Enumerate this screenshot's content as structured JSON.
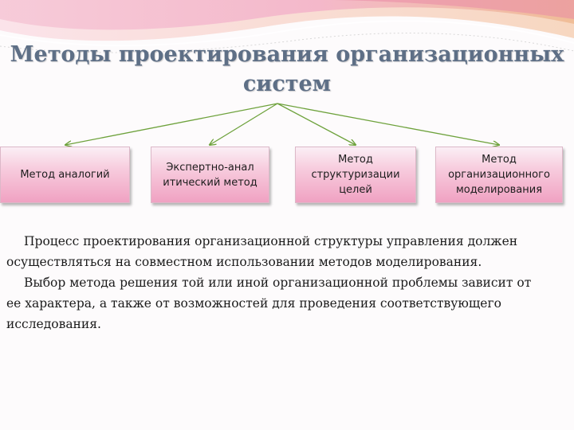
{
  "title": {
    "line1": "Методы проектирования  организационных",
    "line2": "систем"
  },
  "methods": [
    {
      "label": "Метод аналогий"
    },
    {
      "label": "Экспертно-анал итический метод"
    },
    {
      "label": "Метод структуризации целей"
    },
    {
      "label": "Метод организационного моделирования"
    }
  ],
  "paragraphs": [
    "Процесс проектирования организационной структуры управления должен осуществляться на совместном использовании методов моделирования.",
    "Выбор метода решения той или иной организационной проблемы зависит от ее характера, а также от возможностей для проведения соответствующего исследования."
  ],
  "colors": {
    "title": "#5e6f86",
    "connector": "#6ea23c",
    "box_top": "#fbeff5",
    "box_bottom": "#f0a2c2"
  }
}
